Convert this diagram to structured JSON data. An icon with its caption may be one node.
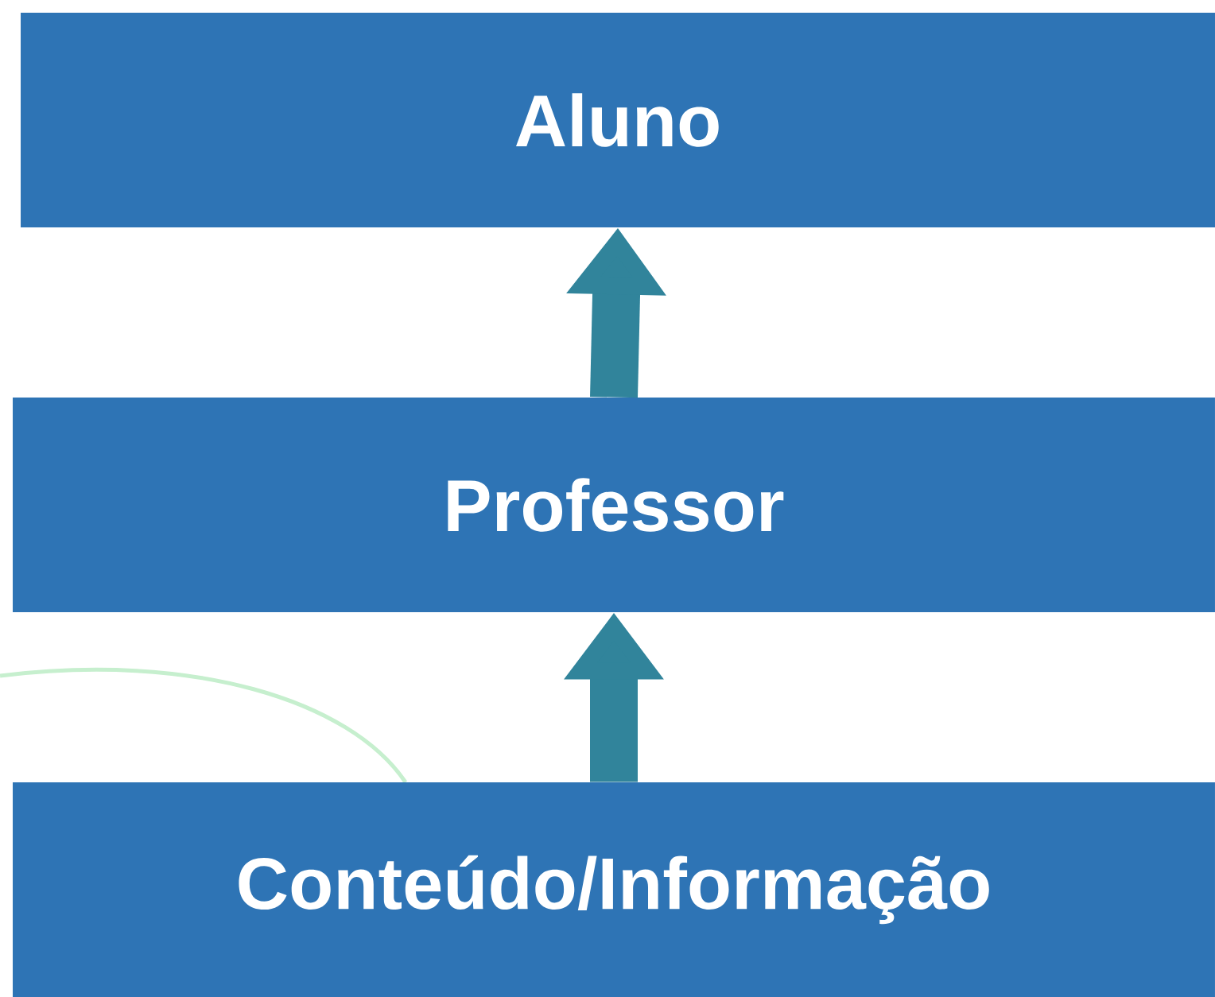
{
  "diagram": {
    "nodes": [
      {
        "text": [
          "Aluno"
        ]
      },
      {
        "text": [
          "Professor"
        ]
      },
      {
        "text": [
          "Conteúdo/Informação"
        ]
      }
    ],
    "edges": [
      {
        "from": 1,
        "to": 0,
        "arrow": "to"
      },
      {
        "from": 2,
        "to": 1,
        "arrow": "to"
      }
    ]
  }
}
